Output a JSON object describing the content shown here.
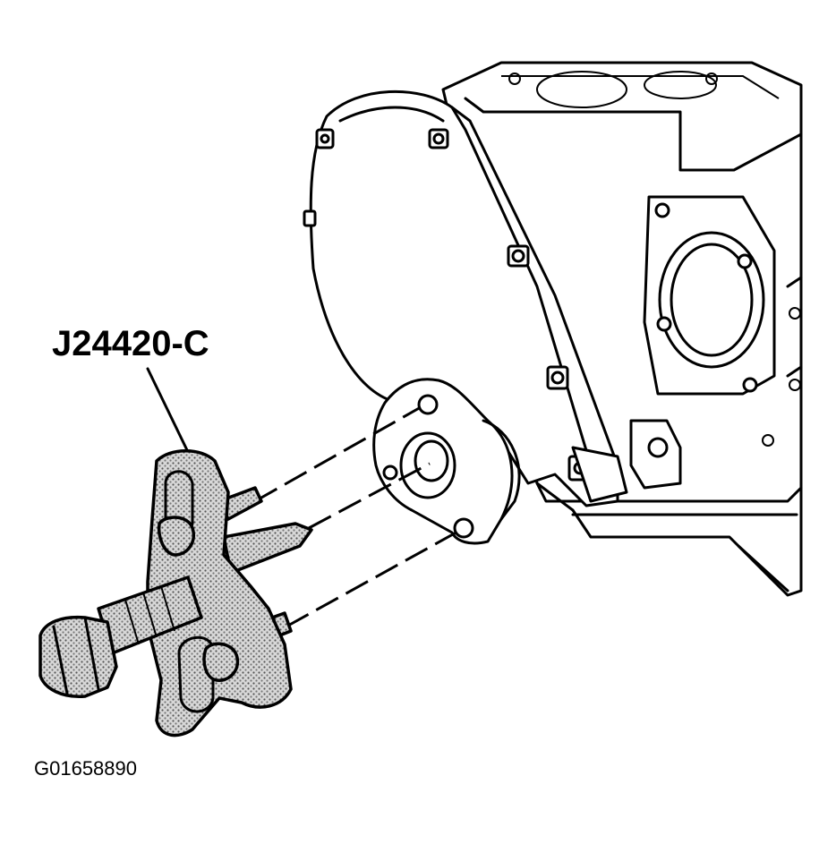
{
  "callout": {
    "tool_number": "J24420-C"
  },
  "figure": {
    "id": "G01658890"
  },
  "colors": {
    "ink": "#000000",
    "paper": "#ffffff",
    "stipple": "#9a9a9a"
  },
  "icons": [
    "timing-cover-diagram",
    "puller-tool-icon"
  ]
}
